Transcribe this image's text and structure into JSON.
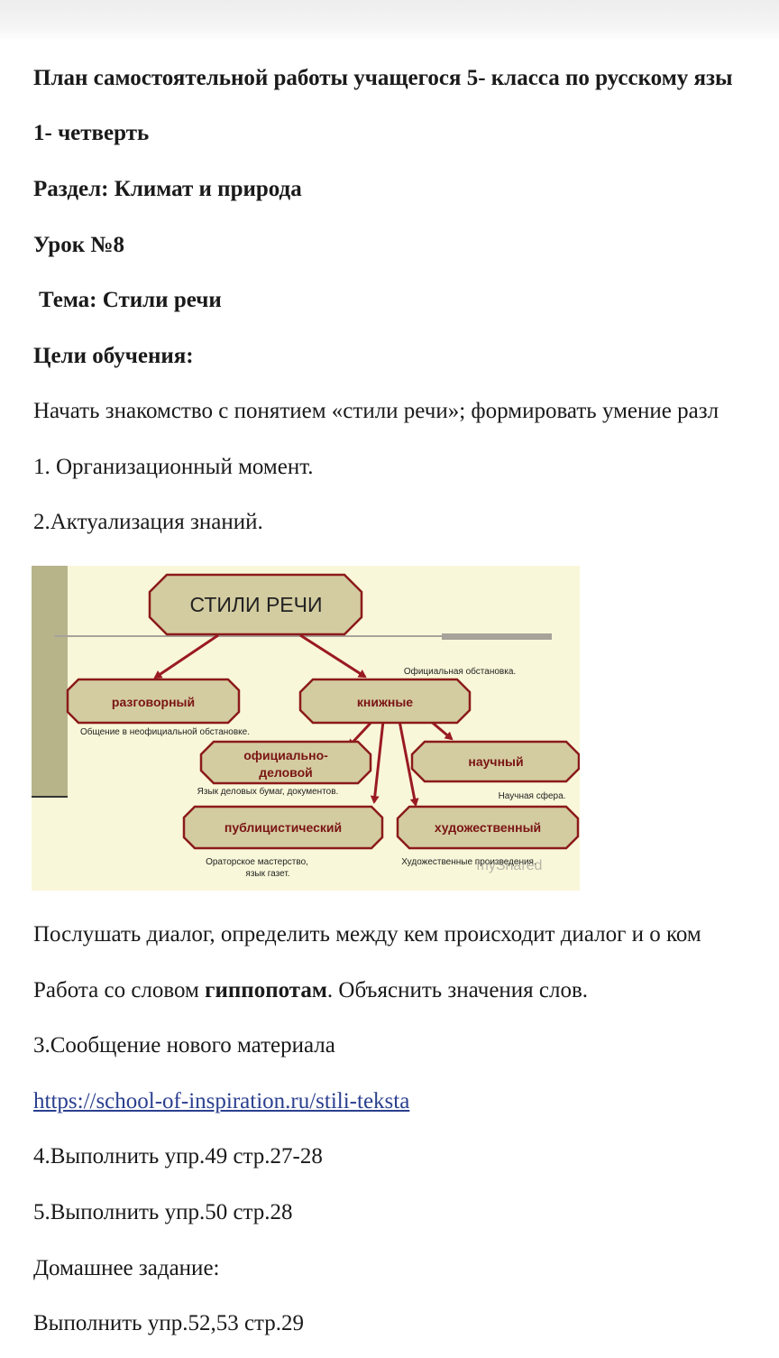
{
  "document": {
    "title": "План самостоятельной работы учащегося 5- класса по русскому язы",
    "quarter": "1- четверть",
    "section": "Раздел: Климат и природа",
    "lesson": "Урок №8",
    "topic": "Тема: Стили речи",
    "goals_heading": "Цели обучения:",
    "goals_text": "Начать знакомство с понятием «стили речи»; формировать умение разл",
    "step1": "1. Организационный момент.",
    "step2": "2.Актуализация знаний.",
    "listen_task": "Послушать  диалог, определить между кем происходит диалог  и о ком",
    "word_work_prefix": "Работа со словом ",
    "word_work_word": "гиппопотам",
    "word_work_suffix": ". Объяснить значения слов.",
    "step3": "3.Сообщение нового материала",
    "link": "https://school-of-inspiration.ru/stili-teksta",
    "step4": "4.Выполнить упр.49 стр.27-28",
    "step5": "5.Выполнить упр.50 стр.28",
    "homework_heading": "Домашнее задание:",
    "homework": "Выполнить упр.52,53 стр.29"
  },
  "diagram": {
    "root": "СТИЛИ РЕЧИ",
    "colloquial": "разговорный",
    "colloquial_note": "Общение в неофициальной обстановке.",
    "bookish": "книжные",
    "bookish_note": "Официальная обстановка.",
    "official_line1": "официально-",
    "official_line2": "деловой",
    "official_note": "Язык деловых бумаг, документов.",
    "scientific": "научный",
    "scientific_note": "Научная сфера.",
    "journalistic": "публицистический",
    "journalistic_note_line1": "Ораторское мастерство,",
    "journalistic_note_line2": "язык газет.",
    "artistic": "художественный",
    "artistic_note": "Художественные произведения.",
    "watermark": "myShared",
    "colors": {
      "background": "#f9f7d9",
      "box_fill": "#d3cca0",
      "box_border": "#8b1a1a",
      "arrow": "#9a1a22",
      "side_bar": "#b8b48a"
    }
  }
}
